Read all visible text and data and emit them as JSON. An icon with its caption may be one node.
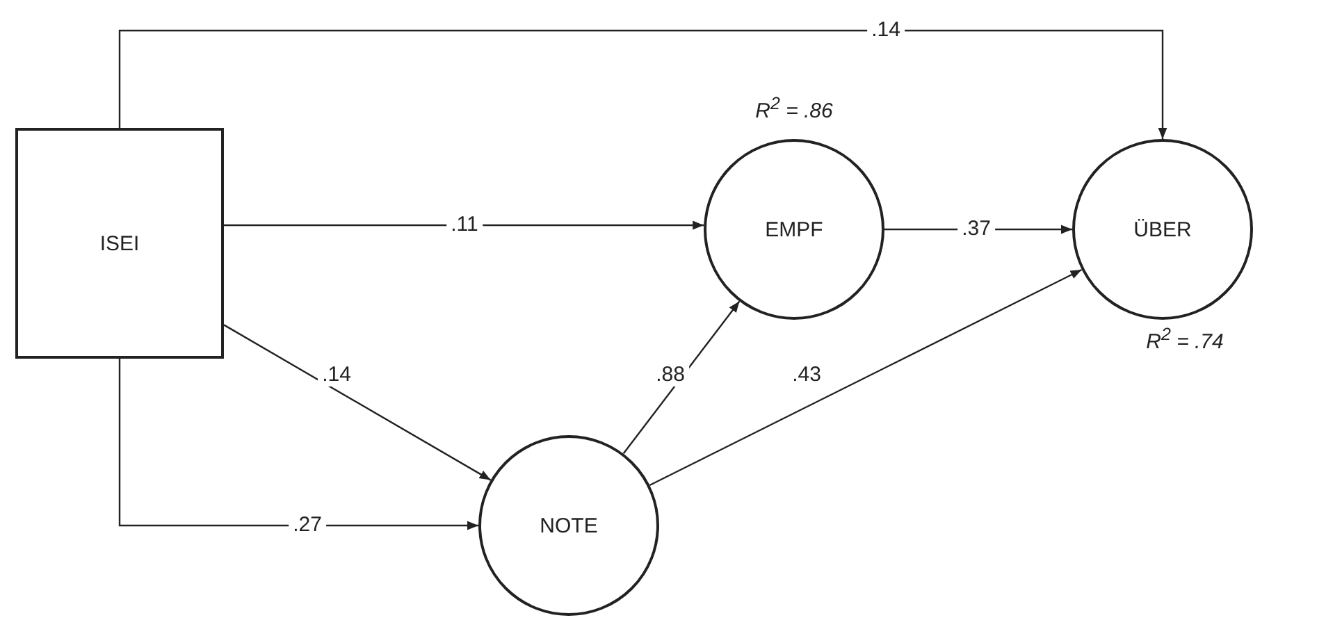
{
  "diagram": {
    "nodes": [
      {
        "text": [
          "ISEI"
        ]
      },
      {
        "text": [
          "EMPF"
        ],
        "beside": [
          "R$^{2}$ = .86"
        ]
      },
      {
        "text": [
          "ÜBER"
        ],
        "beside": [
          "R$^{2}$ = .74"
        ]
      },
      {
        "text": [
          "NOTE"
        ]
      }
    ],
    "edges": [
      {
        "from": 0,
        "to": 2,
        "arrow": "to",
        "label": ".14"
      },
      {
        "from": 0,
        "to": 1,
        "arrow": "to",
        "label": ".11"
      },
      {
        "from": 0,
        "to": 3,
        "arrow": "to",
        "label": ".14"
      },
      {
        "from": 0,
        "to": 3,
        "arrow": "to",
        "label": ".27"
      },
      {
        "from": 3,
        "to": 1,
        "arrow": "to",
        "label": ".88"
      },
      {
        "from": 1,
        "to": 2,
        "arrow": "to",
        "label": ".37"
      },
      {
        "from": 3,
        "to": 2,
        "arrow": "to",
        "label": ".43"
      }
    ]
  }
}
